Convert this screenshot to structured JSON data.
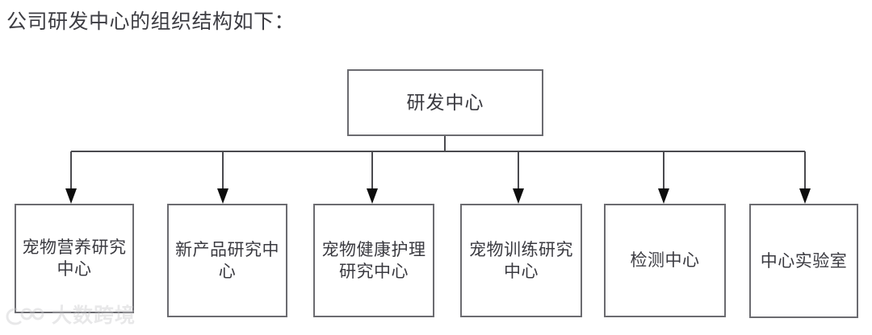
{
  "document": {
    "heading": "公司研发中心的组织结构如下："
  },
  "chart_data": {
    "type": "diagram",
    "title": "公司研发中心的组织结构如下：",
    "layout": "top-down-org-chart",
    "connector_style": "elbow-bus-with-arrowheads",
    "root": {
      "label": "研发中心"
    },
    "children": [
      {
        "label": "宠物营养研究中心"
      },
      {
        "label": "新产品研究中心"
      },
      {
        "label": "宠物健康护理研究中心"
      },
      {
        "label": "宠物训练研究中心"
      },
      {
        "label": "检测中心"
      },
      {
        "label": "中心实验室"
      }
    ],
    "colors": {
      "background": "#ffffff",
      "box_border": "#6b6b70",
      "box_fill": "#ffffff",
      "text": "#3a3a40",
      "heading_text": "#3c3c42",
      "connector": "#4a4a4f",
      "arrowhead": "#000000",
      "watermark": "#c9c9cc"
    }
  },
  "watermark": {
    "text": "大数跨境",
    "logo_icon": "dashu-kuajing-logo-icon"
  }
}
